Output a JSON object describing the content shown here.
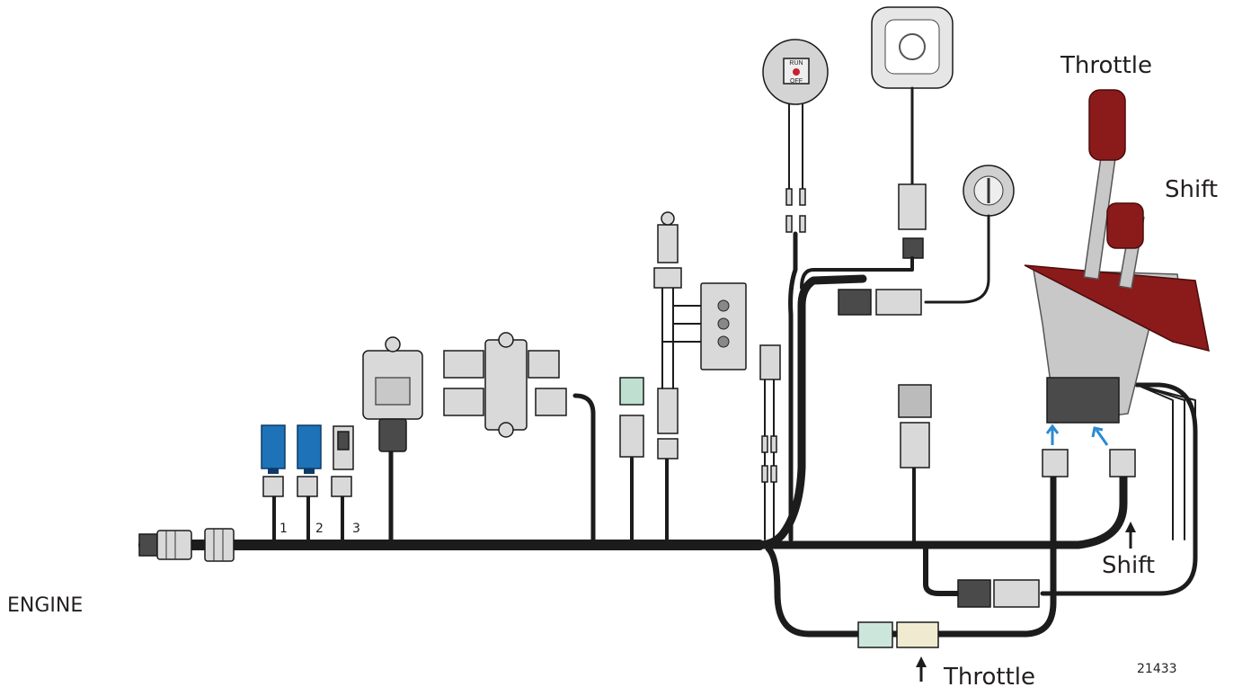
{
  "labels": {
    "engine": "ENGINE",
    "throttle_top": "Throttle",
    "shift_top": "Shift",
    "shift_bottom": "Shift",
    "throttle_bottom": "Throttle",
    "branch_1": "1",
    "branch_2": "2",
    "branch_3": "3",
    "figure_number": "21433",
    "switch_run": "RUN",
    "switch_off": "OFF"
  },
  "colors": {
    "wire": "#1c1c1c",
    "connector_blue": "#1e73b8",
    "lever_red": "#8b1a1a",
    "arrow_blue": "#2a8ad4"
  }
}
